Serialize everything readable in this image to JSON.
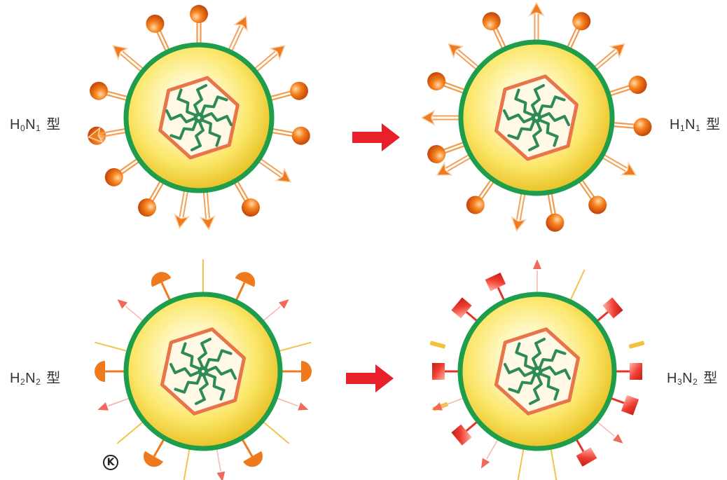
{
  "virus_types": [
    {
      "id": "h0n1",
      "label": {
        "H": "H",
        "h_sub": "0",
        "N": "N",
        "n_sub": "1",
        "suffix": "型"
      }
    },
    {
      "id": "h1n1",
      "label": {
        "H": "H",
        "h_sub": "1",
        "N": "N",
        "n_sub": "1",
        "suffix": "型"
      }
    },
    {
      "id": "h2n2",
      "label": {
        "H": "H",
        "h_sub": "2",
        "N": "N",
        "n_sub": "2",
        "suffix": "型"
      }
    },
    {
      "id": "h3n2",
      "label": {
        "H": "H",
        "h_sub": "3",
        "N": "N",
        "n_sub": "2",
        "suffix": "型"
      }
    }
  ],
  "mark": "K",
  "colors": {
    "envelope_outline": "#1e9e4a",
    "envelope_core": "#fffbe6",
    "envelope_mid": "#fbe870",
    "envelope_edge": "#e4c22a",
    "capsid": "#e8744a",
    "rna": "#2e8b57",
    "spike_orange": "#ef7a1e",
    "spike_red": "#e8322a",
    "arrow": "#e8202a"
  },
  "icons": [
    "virus-particle-icon",
    "ball-spike-icon",
    "arrow-spike-icon",
    "cup-spike-icon",
    "block-spike-icon",
    "transition-arrow-icon"
  ]
}
